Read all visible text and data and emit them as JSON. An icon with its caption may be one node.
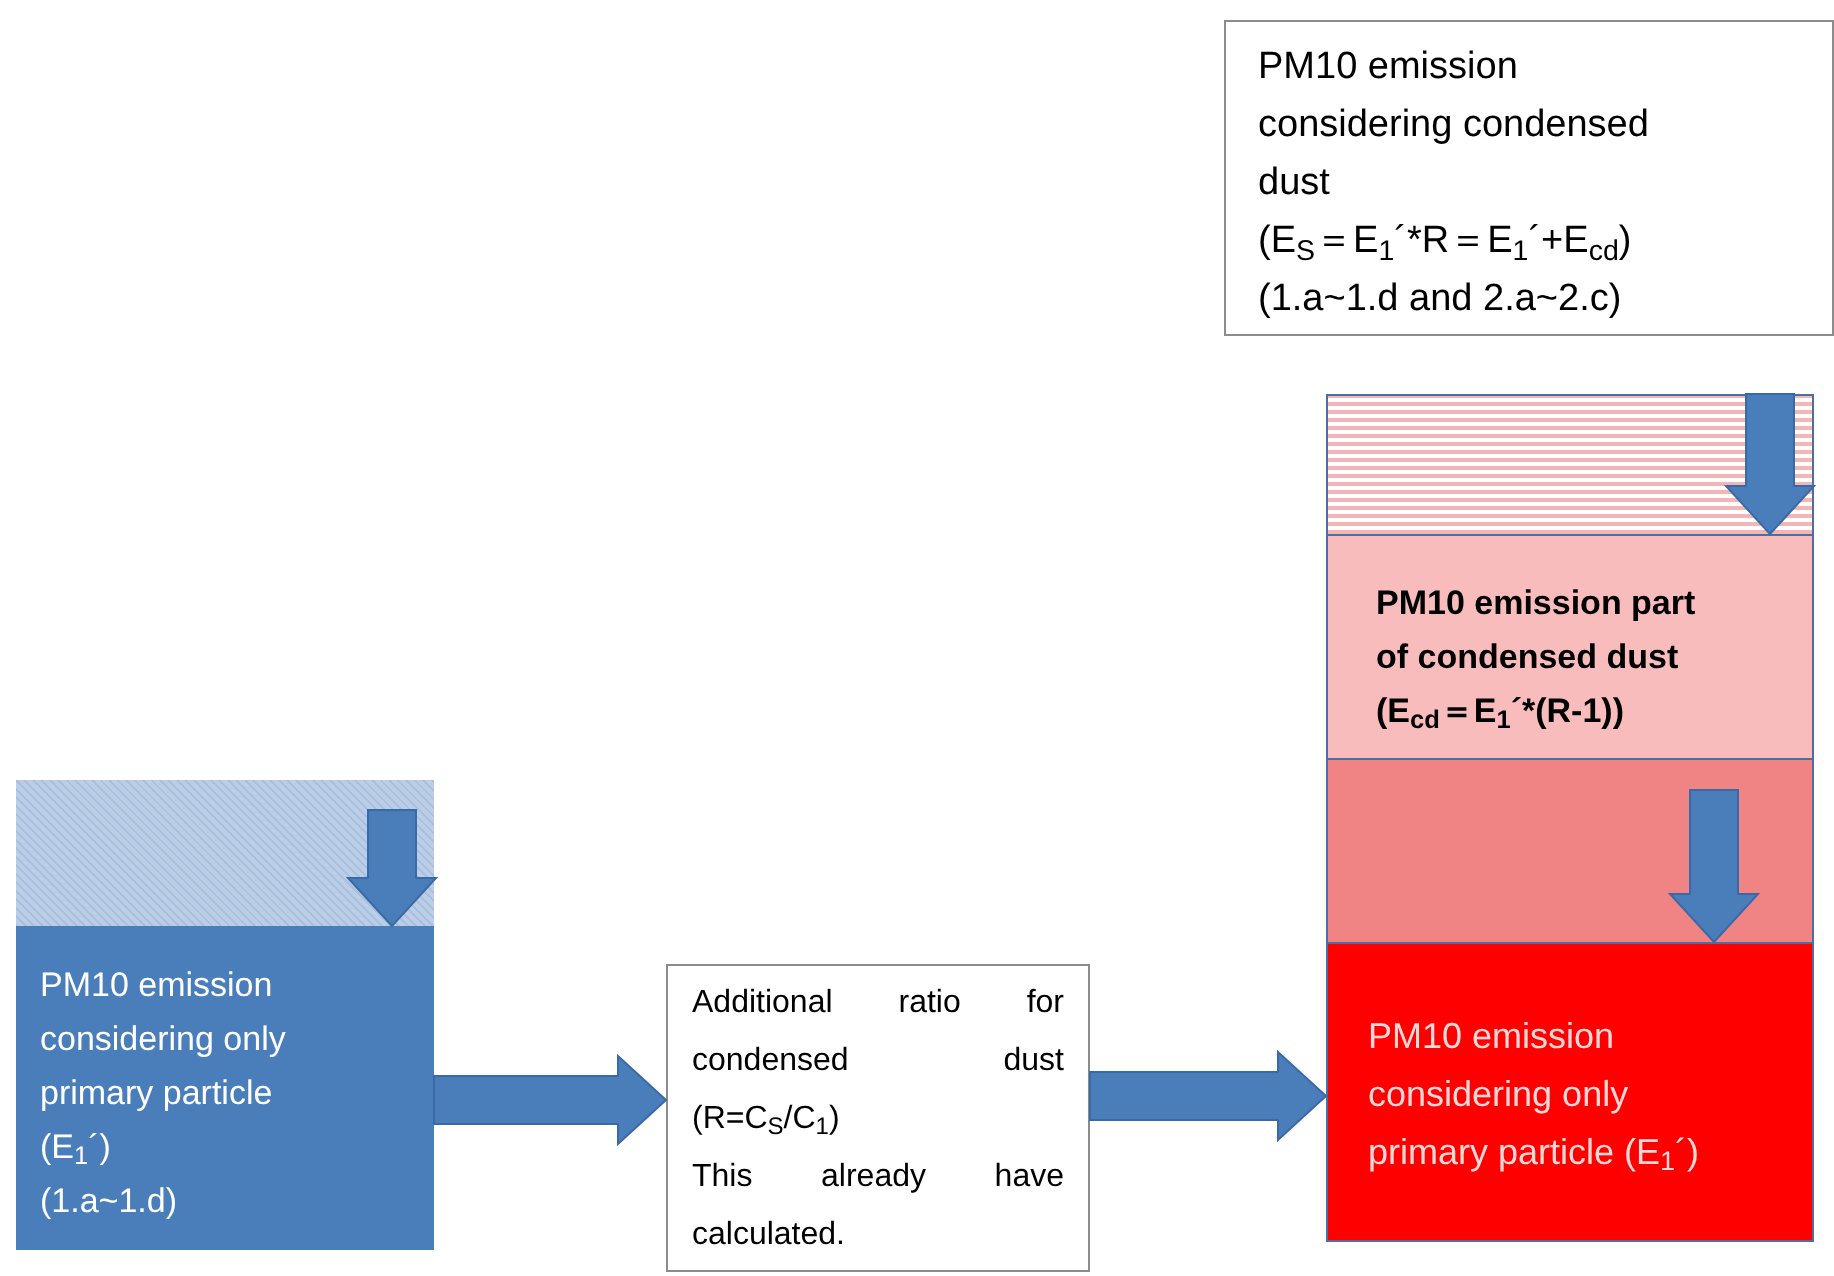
{
  "diagram": {
    "nodes": [
      {
        "text": [
          "PM10 emission considering condensed dust",
          "(E$_{S}$＝E$_{1}$´*R＝E$_{1}$´+E$_{cd}$)",
          "(1.a~1.d and 2.a~2.c)"
        ]
      },
      {
        "text": [],
        "shape": "bar"
      },
      {
        "text": [
          "PM10 emission considering only primary particle",
          "(E$_{1}$´)",
          "(1.a~1.d)"
        ]
      },
      {
        "text": [
          "Additional ratio for condensed dust (R=C$_{S}$/C$_{1}$)",
          "This already have calculated."
        ]
      },
      {
        "text": [],
        "shape": "bar"
      },
      {
        "text": [
          "PM10 emission part of condensed dust",
          "(E$_{cd}$＝E$_{1}$´*(R-1))"
        ]
      },
      {
        "text": [],
        "shape": "bar"
      },
      {
        "text": [
          "PM10 emission considering only primary particle (E$_{1}$´)"
        ]
      }
    ],
    "edges": [
      {
        "from": 1,
        "to": 2,
        "arrow": "to",
        "style": "thick"
      },
      {
        "from": 2,
        "to": 3,
        "arrow": "to",
        "style": "thick"
      },
      {
        "from": 3,
        "to": 7,
        "arrow": "to",
        "style": "thick"
      },
      {
        "from": 4,
        "to": 5,
        "arrow": "to",
        "style": "thick"
      },
      {
        "from": 6,
        "to": 7,
        "arrow": "to",
        "style": "thick"
      }
    ]
  }
}
